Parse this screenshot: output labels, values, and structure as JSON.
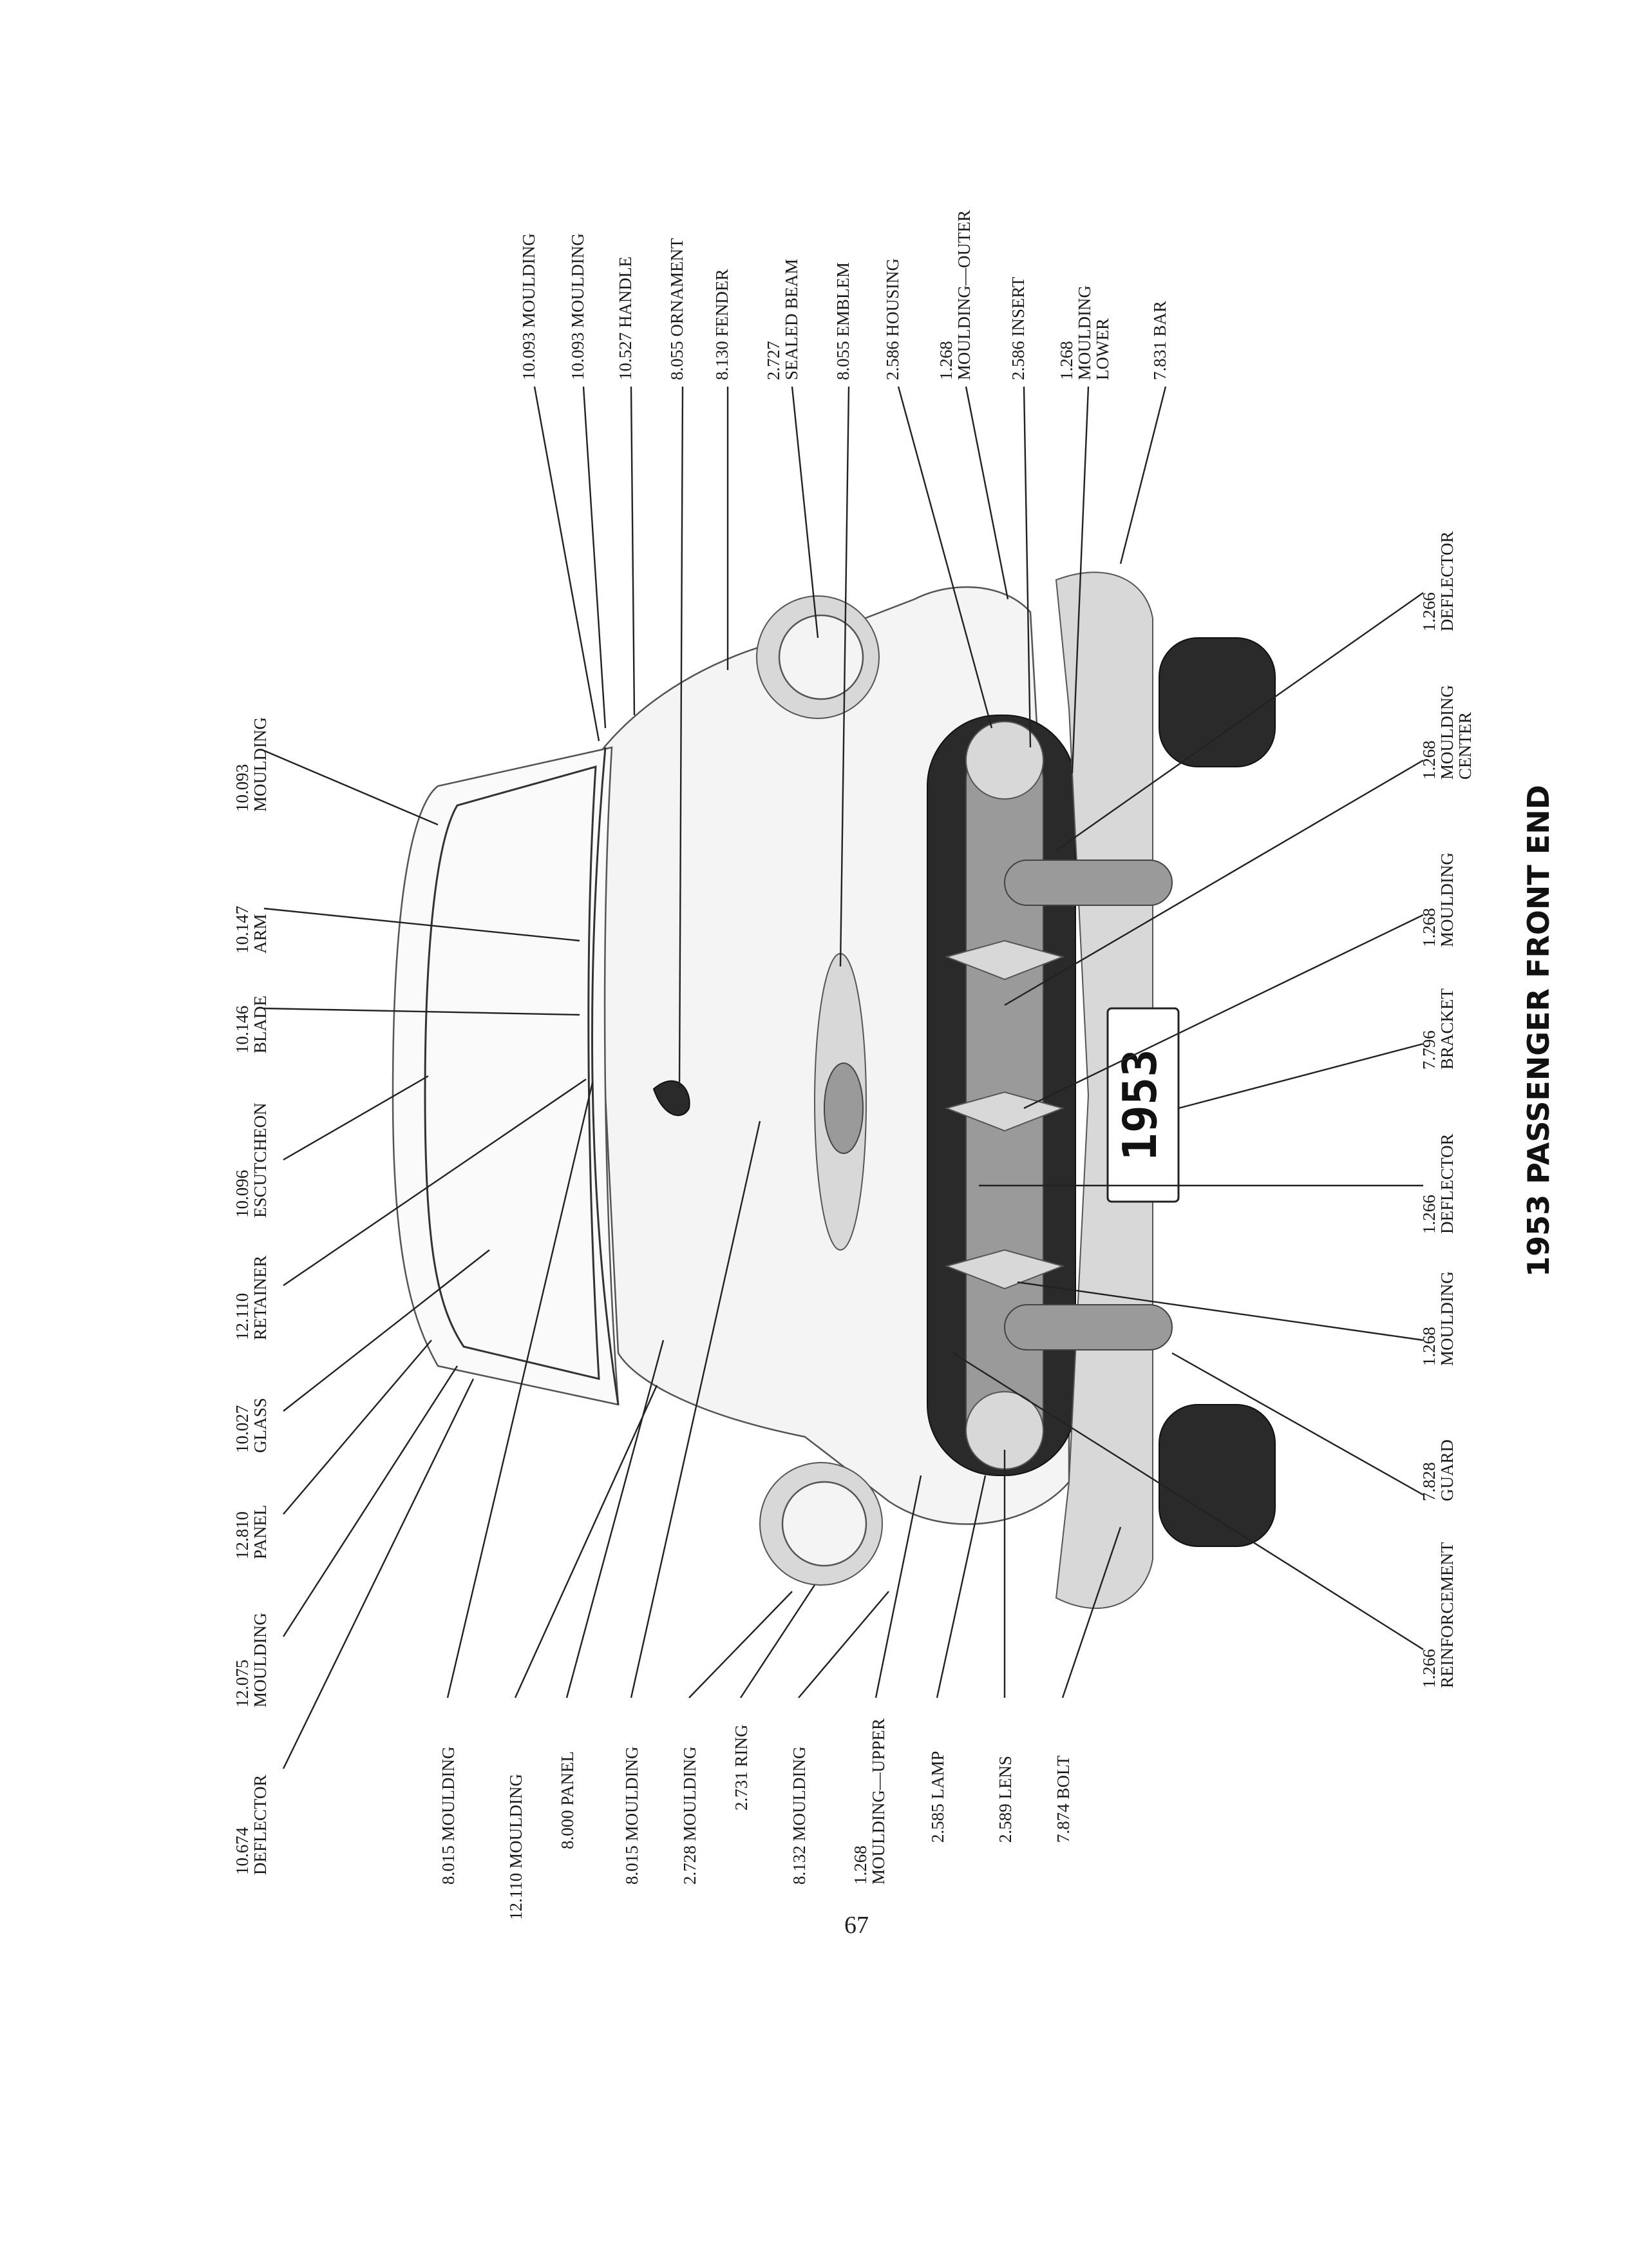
{
  "page": {
    "title": "1953 PASSENGER FRONT END",
    "page_number": "67"
  },
  "plate_text": "1953",
  "callouts": [
    {
      "id": "c1",
      "lines": [
        "10.093 MOULDING"
      ]
    },
    {
      "id": "c2",
      "lines": [
        "10.093 MOULDING"
      ]
    },
    {
      "id": "c3",
      "lines": [
        "10.527 HANDLE"
      ]
    },
    {
      "id": "c4",
      "lines": [
        "8.055 ORNAMENT"
      ]
    },
    {
      "id": "c5",
      "lines": [
        "8.130 FENDER"
      ]
    },
    {
      "id": "c6",
      "lines": [
        "2.727",
        "SEALED BEAM"
      ]
    },
    {
      "id": "c7",
      "lines": [
        "8.055 EMBLEM"
      ]
    },
    {
      "id": "c8",
      "lines": [
        "2.586 HOUSING"
      ]
    },
    {
      "id": "c9",
      "lines": [
        "1.268",
        "MOULDING—OUTER"
      ]
    },
    {
      "id": "c10",
      "lines": [
        "2.586 INSERT"
      ]
    },
    {
      "id": "c11",
      "lines": [
        "1.268",
        "MOULDING",
        "LOWER"
      ]
    },
    {
      "id": "c12",
      "lines": [
        "7.831 BAR"
      ]
    },
    {
      "id": "c13",
      "lines": [
        "10.093",
        "MOULDING"
      ]
    },
    {
      "id": "c14",
      "lines": [
        "10.147",
        "ARM"
      ]
    },
    {
      "id": "c15",
      "lines": [
        "10.146",
        "BLADE"
      ]
    },
    {
      "id": "c16",
      "lines": [
        "10.096",
        "ESCUTCHEON"
      ]
    },
    {
      "id": "c17",
      "lines": [
        "12.110",
        "RETAINER"
      ]
    },
    {
      "id": "c18",
      "lines": [
        "10.027",
        "GLASS"
      ]
    },
    {
      "id": "c19",
      "lines": [
        "12.810",
        "PANEL"
      ]
    },
    {
      "id": "c20",
      "lines": [
        "12.075",
        "MOULDING"
      ]
    },
    {
      "id": "c21",
      "lines": [
        "10.674",
        "DEFLECTOR"
      ]
    },
    {
      "id": "c22",
      "lines": [
        "8.015 MOULDING"
      ]
    },
    {
      "id": "c23",
      "lines": [
        "12.110 MOULDING"
      ]
    },
    {
      "id": "c24",
      "lines": [
        "8.000 PANEL"
      ]
    },
    {
      "id": "c25",
      "lines": [
        "8.015 MOULDING"
      ]
    },
    {
      "id": "c26",
      "lines": [
        "2.728 MOULDING"
      ]
    },
    {
      "id": "c27",
      "lines": [
        "2.731 RING"
      ]
    },
    {
      "id": "c28",
      "lines": [
        "8.132 MOULDING"
      ]
    },
    {
      "id": "c29",
      "lines": [
        "1.268",
        "MOULDING—UPPER"
      ]
    },
    {
      "id": "c30",
      "lines": [
        "2.585 LAMP"
      ]
    },
    {
      "id": "c31",
      "lines": [
        "2.589 LENS"
      ]
    },
    {
      "id": "c32",
      "lines": [
        "7.874 BOLT"
      ]
    },
    {
      "id": "c33",
      "lines": [
        "1.266",
        "DEFLECTOR"
      ]
    },
    {
      "id": "c34",
      "lines": [
        "1.268",
        "MOULDING",
        "CENTER"
      ]
    },
    {
      "id": "c35",
      "lines": [
        "1.268",
        "MOULDING"
      ]
    },
    {
      "id": "c36",
      "lines": [
        "7.796",
        "BRACKET"
      ]
    },
    {
      "id": "c37",
      "lines": [
        "1.266",
        "DEFLECTOR"
      ]
    },
    {
      "id": "c38",
      "lines": [
        "1.268",
        "MOULDING"
      ]
    },
    {
      "id": "c39",
      "lines": [
        "7.828",
        "GUARD"
      ]
    },
    {
      "id": "c40",
      "lines": [
        "1.266",
        "REINFORCEMENT"
      ]
    }
  ]
}
